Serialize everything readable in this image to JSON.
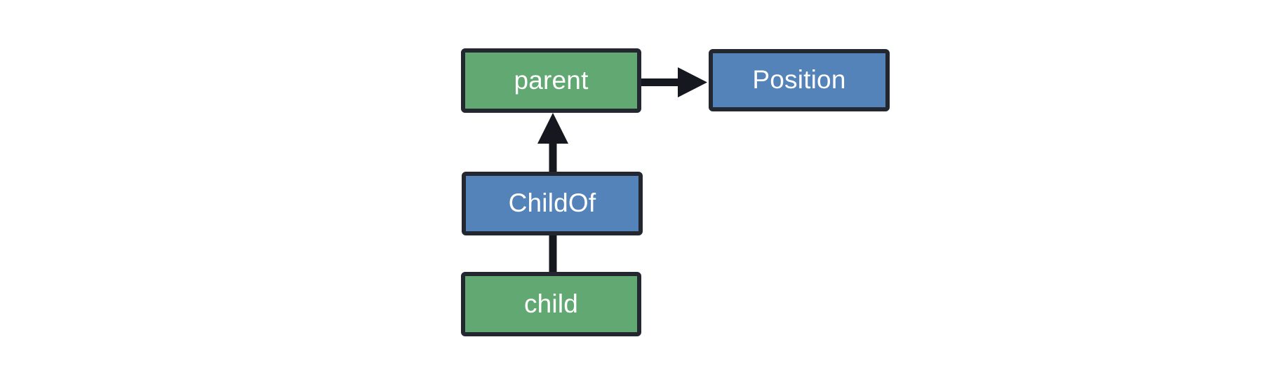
{
  "diagram": {
    "type": "entity-component-relationship-diagram",
    "background_color": "#ffffff",
    "edge_color": "#16181f",
    "border_color": "#23272f",
    "label_color": "#ffffff",
    "palette": {
      "entity_green": "#62a872",
      "component_blue": "#5383b8"
    },
    "nodes": [
      {
        "id": "parent",
        "label": "parent",
        "kind": "entity",
        "fill": "#62a872"
      },
      {
        "id": "position",
        "label": "Position",
        "kind": "component",
        "fill": "#5383b8"
      },
      {
        "id": "childof",
        "label": "ChildOf",
        "kind": "component",
        "fill": "#5383b8"
      },
      {
        "id": "child",
        "label": "child",
        "kind": "entity",
        "fill": "#62a872"
      }
    ],
    "edges": [
      {
        "id": "parent-to-position",
        "from": "parent",
        "to": "position",
        "arrowhead": "target",
        "direction": "right"
      },
      {
        "id": "childof-to-parent",
        "from": "childof",
        "to": "parent",
        "arrowhead": "target",
        "direction": "up"
      },
      {
        "id": "child-to-childof",
        "from": "child",
        "to": "childof",
        "arrowhead": "none",
        "direction": "up"
      }
    ]
  }
}
